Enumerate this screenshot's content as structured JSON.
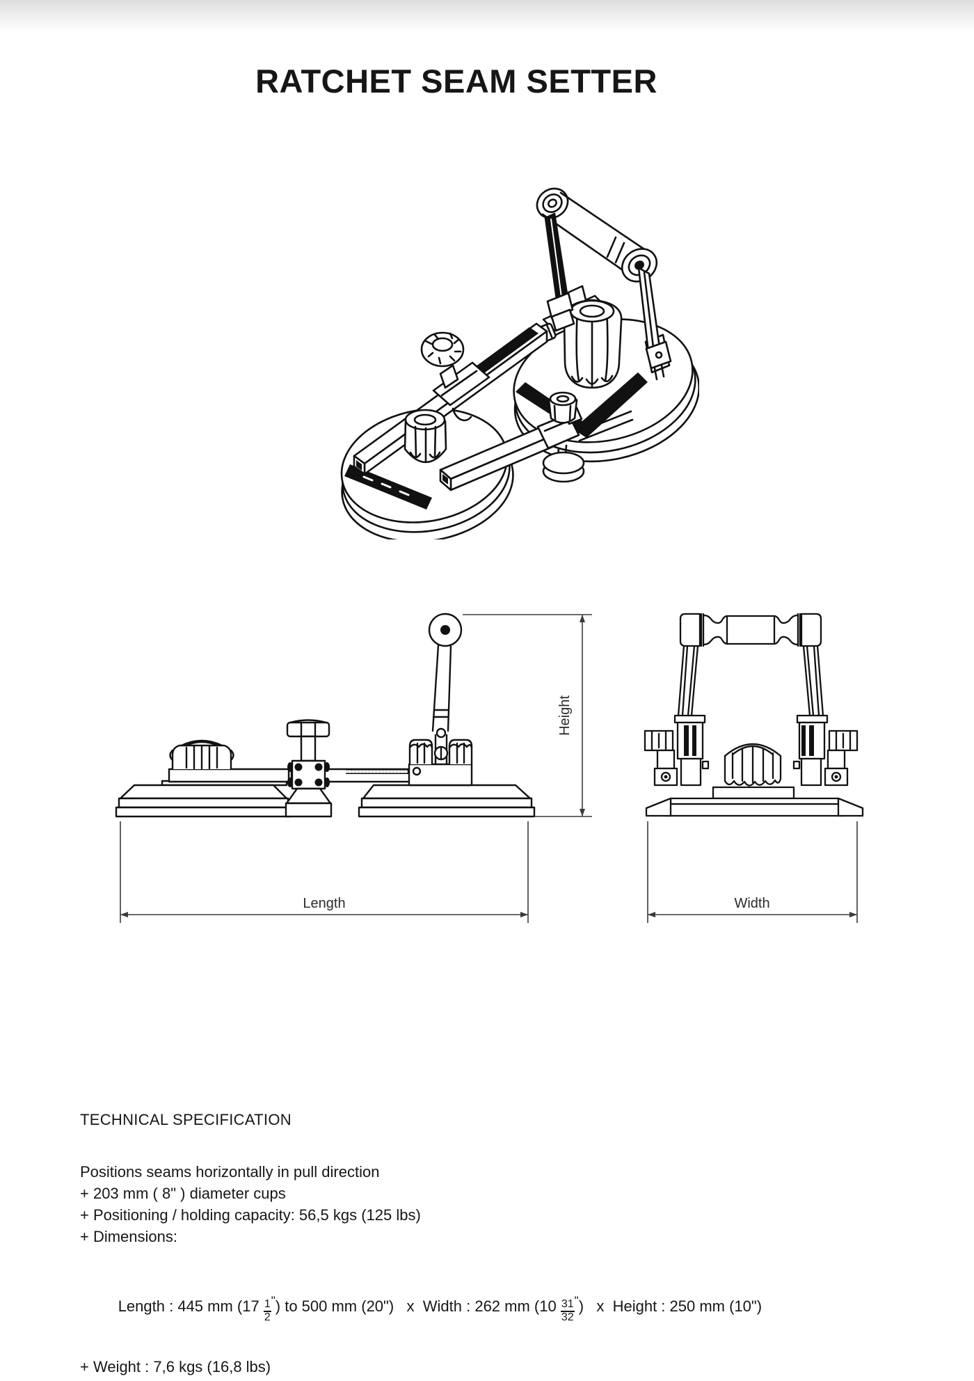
{
  "page": {
    "title": "RATCHET SEAM SETTER"
  },
  "views": {
    "side": {
      "length_label": "Length",
      "height_label": "Height"
    },
    "front": {
      "width_label": "Width"
    }
  },
  "spec": {
    "heading": "TECHNICAL SPECIFICATION",
    "lines": [
      "Positions seams horizontally in pull direction",
      "+ 203 mm ( 8\" ) diameter cups",
      "+ Positioning / holding capacity: 56,5 kgs (125 lbs)",
      "+ Dimensions:"
    ],
    "dims": {
      "pre": "Length : 445 mm (17 ",
      "f1n": "1",
      "f1d": "2",
      "q1": "\"",
      "mid1": ") to 500 mm (20\")",
      "x1": "x",
      "mid2": "Width : 262 mm (10 ",
      "f2n": "31",
      "f2d": "32",
      "q2": "\"",
      "mid3": ")",
      "x2": "x",
      "mid4": "Height : 250 mm (10\")"
    },
    "weight_line": "+ Weight : 7,6 kgs (16,8 lbs)"
  }
}
